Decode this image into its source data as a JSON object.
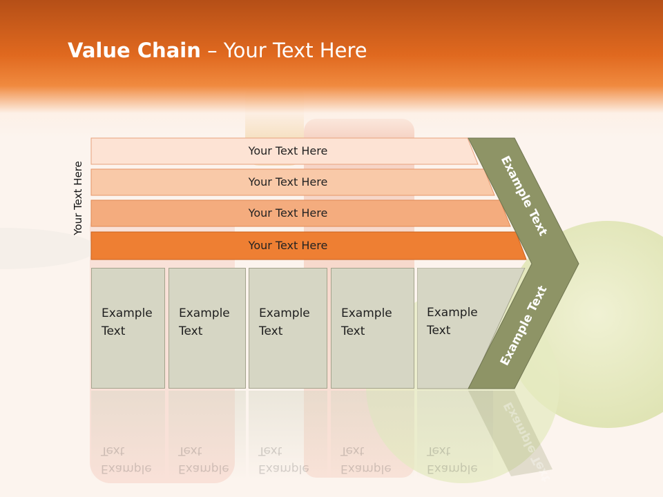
{
  "title": {
    "bold": "Value Chain",
    "rest": " – Your Text Here"
  },
  "side_label": "Your Text Here",
  "bars": [
    {
      "label": "Your Text Here"
    },
    {
      "label": "Your Text Here"
    },
    {
      "label": "Your Text Here"
    },
    {
      "label": "Your Text Here"
    }
  ],
  "boxes": [
    {
      "label": "Example\nText"
    },
    {
      "label": "Example\nText"
    },
    {
      "label": "Example\nText"
    },
    {
      "label": "Example\nText"
    },
    {
      "label": "Example\nText"
    }
  ],
  "chevron": {
    "upper_label": "Example Text",
    "lower_label": "Example Text"
  },
  "colors": {
    "header": "#e0691f",
    "bar1": "#fde3d4",
    "bar2": "#f9c9a8",
    "bar3": "#f4ac7e",
    "bar4": "#ee7f33",
    "box": "#d6d6c4",
    "chevron": "#8e9466"
  }
}
